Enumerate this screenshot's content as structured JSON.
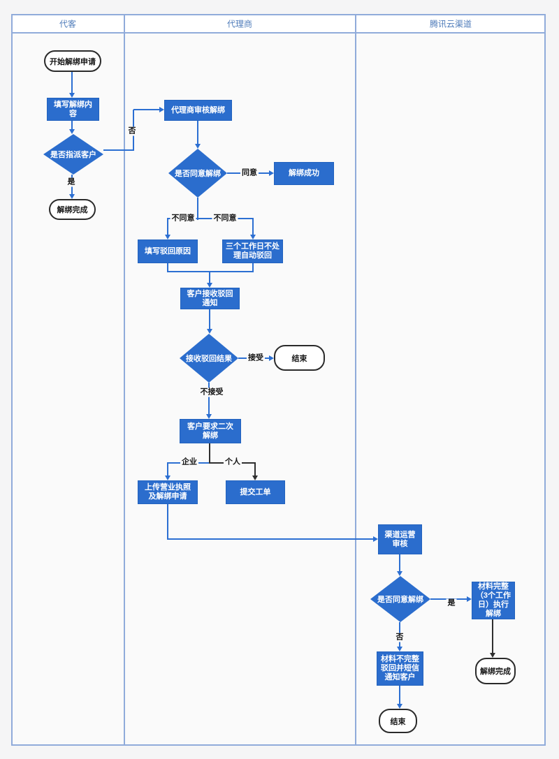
{
  "colors": {
    "blue": "#2b6dcd",
    "blue_border": "#2262be",
    "line_blue": "#2c6fd2",
    "line_black": "#2f2f2f",
    "lane_line": "#90abda",
    "header_text": "#4f7cba",
    "page_bg": "#f5f5f6",
    "lane_bg": "#fafafa",
    "pill_border": "#2a2a2a"
  },
  "lanes": [
    {
      "label": "代客"
    },
    {
      "label": "代理商"
    },
    {
      "label": "腾讯云渠道"
    }
  ],
  "nodes": {
    "start": "开始解绑申请",
    "fill_unbind": "填写解绑内\n容",
    "assign_q": "是否指派客户",
    "done1": "解绑完成",
    "agent_review": "代理商审核解绑",
    "agree_q": "是否同意解绑",
    "unbind_success": "解绑成功",
    "fill_reject": "填写驳回原因",
    "auto_reject": "三个工作日不处\n理自动驳回",
    "notify_reject": "客户接收驳回\n通知",
    "receive_q": "接收驳回结果",
    "end1": "结束",
    "second_unbind": "客户要求二次\n解绑",
    "upload_license": "上传营业执照\n及解绑申请",
    "submit_ticket": "提交工单",
    "channel_review": "渠道运营\n审核",
    "channel_agree_q": "是否同意解绑",
    "complete_exec": "材料完整\n（3个工作\n日）执行\n解绑",
    "incomplete_reject": "材料不完整\n驳回并短信\n通知客户",
    "end2": "结束",
    "done2": "解绑完成"
  },
  "edges": {
    "no1": "否",
    "yes1": "是",
    "agree": "同意",
    "disagree_l": "不同意",
    "disagree_r": "不同意",
    "accept": "接受",
    "not_accept": "不接受",
    "company": "企业",
    "personal": "个人",
    "yes2": "是",
    "no2": "否"
  }
}
